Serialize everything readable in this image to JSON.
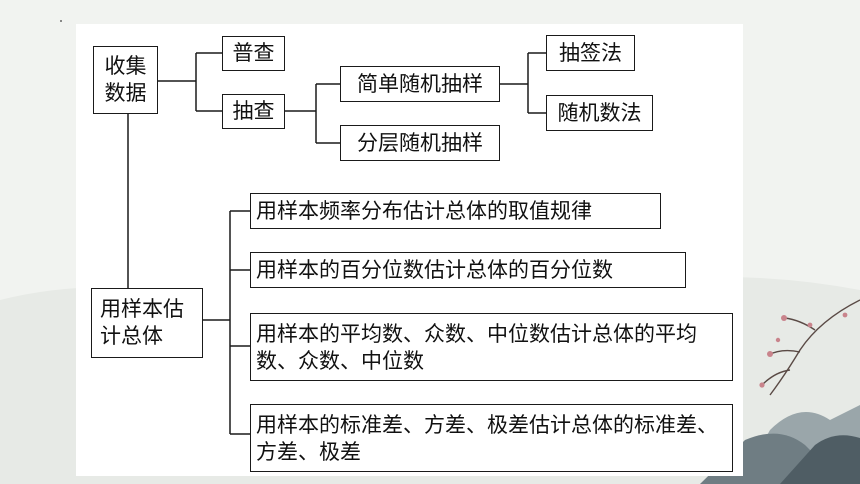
{
  "diagram": {
    "root_collect": "收集\n数据",
    "census": "普查",
    "sampling": "抽查",
    "simple_random": "简单随机抽样",
    "stratified": "分层随机抽样",
    "lottery": "抽签法",
    "random_number": "随机数法",
    "root_estimate": "用样本估\n计总体",
    "est_frequency": "用样本频率分布估计总体的取值规律",
    "est_percentile": "用样本的百分位数估计总体的百分位数",
    "est_central": "用样本的平均数、众数、中位数估计总体的平均数、众数、中位数",
    "est_spread": "用样本的标准差、方差、极差估计总体的标准差、方差、极差"
  }
}
